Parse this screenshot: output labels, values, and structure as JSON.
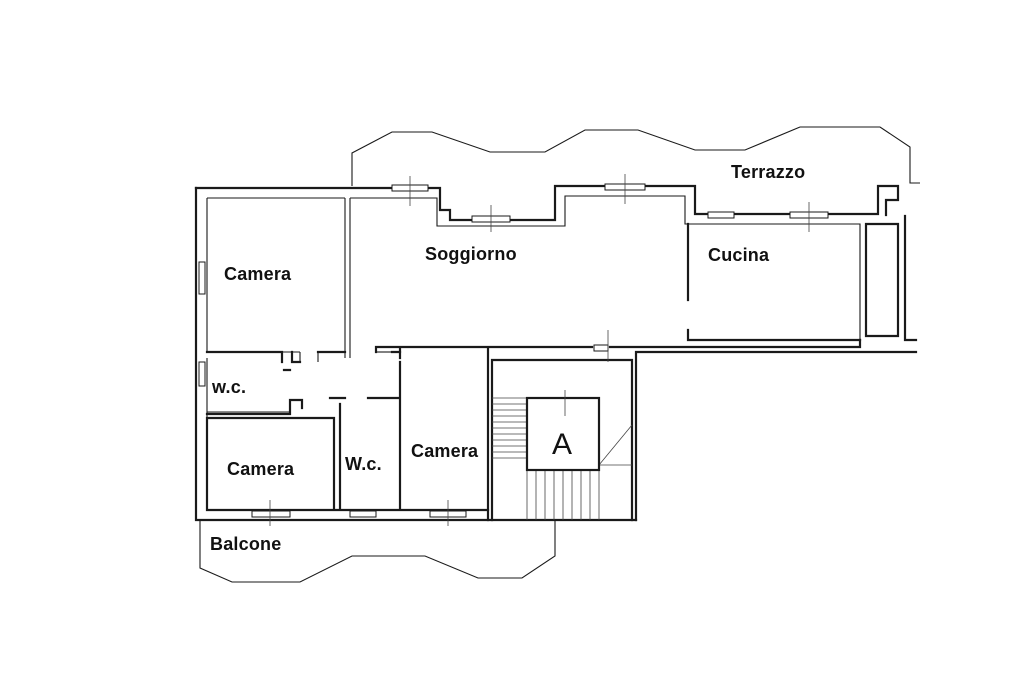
{
  "rooms": {
    "camera_1": "Camera",
    "soggiorno": "Soggiorno",
    "cucina": "Cucina",
    "terrazzo": "Terrazzo",
    "wc_1": "w.c.",
    "camera_2": "Camera",
    "wc_2": "W.c.",
    "camera_3": "Camera",
    "balcone": "Balcone",
    "ascensore": "A"
  }
}
